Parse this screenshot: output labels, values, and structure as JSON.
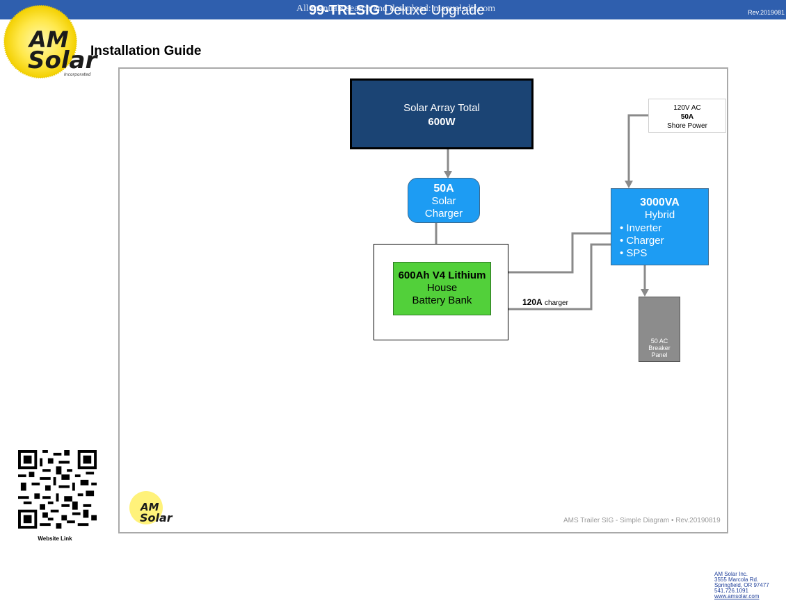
{
  "header": {
    "watermark": "All manuals search and download: manualsdir.com",
    "title_model": "99-TRLSIG",
    "title_rest": "Deluxe Upgrade",
    "revision": "Rev.2019081"
  },
  "logo": {
    "line1": "AM",
    "line2": "Solar",
    "tagline": "Incorporated"
  },
  "page_title": "Installation Guide",
  "diagram": {
    "solar_array": {
      "line1": "Solar Array Total",
      "line2": "600W"
    },
    "charger": {
      "line1": "50A",
      "line2": "Solar",
      "line3": "Charger"
    },
    "battery": {
      "line1": "600Ah V4 Lithium",
      "line2": "House",
      "line3": "Battery Bank"
    },
    "hybrid": {
      "line1": "3000VA",
      "line2": "Hybrid",
      "items": [
        "• Inverter",
        "• Charger",
        "• SPS"
      ]
    },
    "shore": {
      "line1": "120V AC",
      "line2": "50A",
      "line3": "Shore Power"
    },
    "breaker": {
      "line1": "50 AC",
      "line2": "Breaker",
      "line3": "Panel"
    },
    "charge_label": {
      "amps": "120A",
      "text": "charger"
    },
    "caption": "AMS Trailer SIG - Simple Diagram • Rev.20190819"
  },
  "qr": {
    "label": "Website Link"
  },
  "address": {
    "company": "AM Solar Inc.",
    "street": "3555 Marcola Rd.",
    "city": "Springfield, OR 97477",
    "phone": "541.726.1091",
    "website": "www.amsolar.com"
  },
  "colors": {
    "topbar": "#2f5fae",
    "solar_array": "#1b4474",
    "charger": "#1d9cf3",
    "battery": "#52d03a",
    "hybrid": "#1d9cf3",
    "breaker": "#8c8c8c",
    "connector": "#8a8a8a"
  }
}
